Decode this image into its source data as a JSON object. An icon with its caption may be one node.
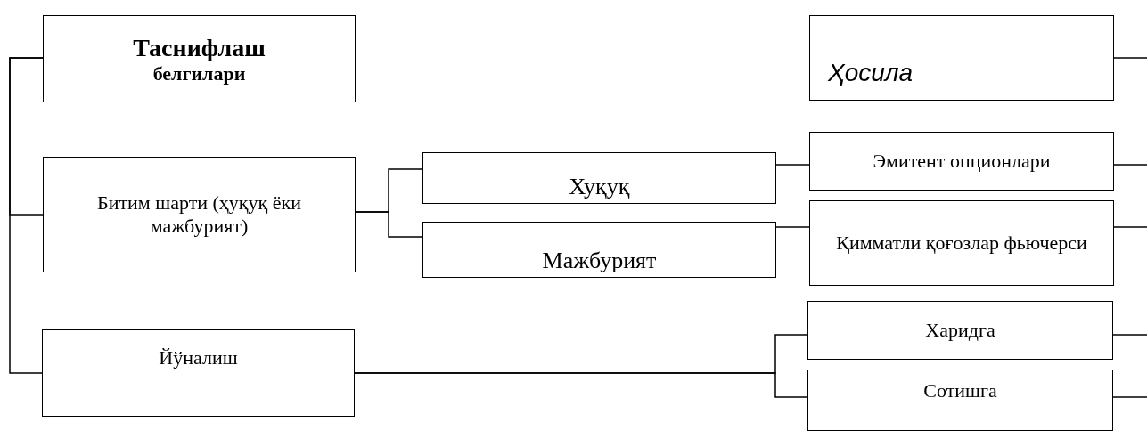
{
  "diagram": {
    "nodes": [
      {
        "text": [
          "Таснифлаш",
          "белгилари"
        ]
      },
      {
        "text": [
          "Битим шарти (ҳуқуқ ёки мажбурият)"
        ]
      },
      {
        "text": [
          "Йўналиш"
        ]
      },
      {
        "text": [
          "Хуқуқ"
        ]
      },
      {
        "text": [
          "Мажбурият"
        ]
      },
      {
        "text": [
          "Ҳосила"
        ]
      },
      {
        "text": [
          "Эмитент опционлари"
        ]
      },
      {
        "text": [
          "Қимматли қоғозлар фьючерси"
        ]
      },
      {
        "text": [
          "Харидга"
        ]
      },
      {
        "text": [
          "Сотишга"
        ]
      }
    ],
    "edges": [
      {
        "from": 0,
        "to": 1,
        "arrow": "none"
      },
      {
        "from": 0,
        "to": 2,
        "arrow": "none"
      },
      {
        "from": 1,
        "to": 3,
        "arrow": "none"
      },
      {
        "from": 1,
        "to": 4,
        "arrow": "none"
      },
      {
        "from": 3,
        "to": 6,
        "arrow": "none"
      },
      {
        "from": 4,
        "to": 7,
        "arrow": "none"
      },
      {
        "from": 2,
        "to": 8,
        "arrow": "none"
      },
      {
        "from": 2,
        "to": 9,
        "arrow": "none"
      },
      {
        "from": 5,
        "to": null,
        "arrow": "none"
      },
      {
        "from": 6,
        "to": null,
        "arrow": "none"
      },
      {
        "from": 7,
        "to": null,
        "arrow": "none"
      },
      {
        "from": 8,
        "to": null,
        "arrow": "none"
      },
      {
        "from": 9,
        "to": null,
        "arrow": "none"
      }
    ]
  }
}
